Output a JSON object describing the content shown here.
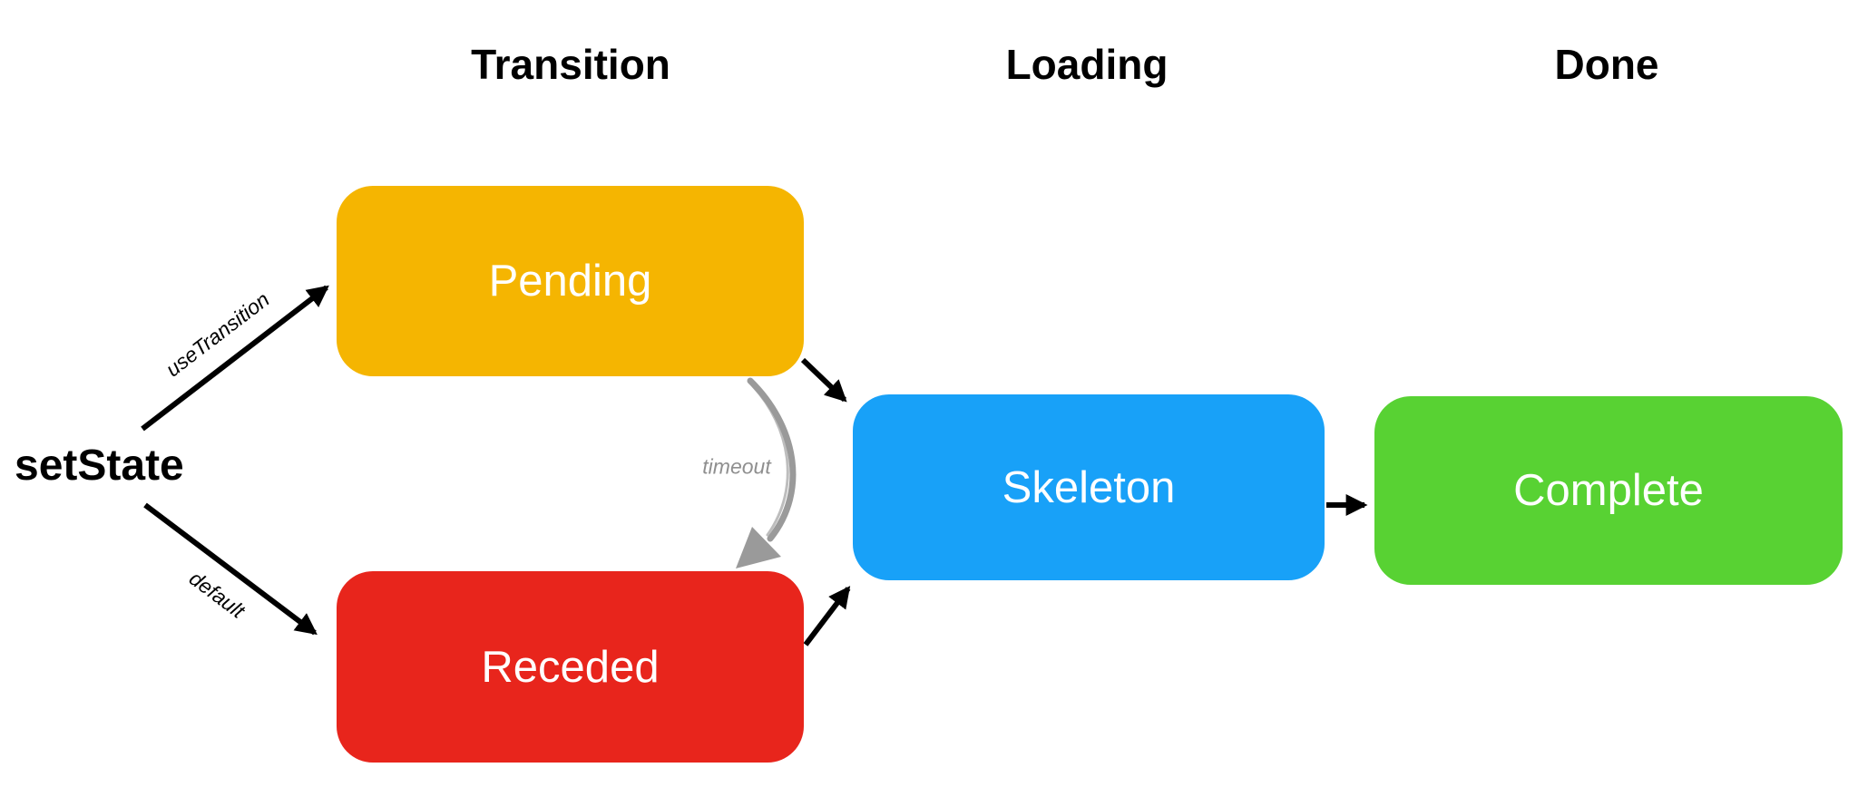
{
  "diagram": {
    "background": "#ffffff",
    "columns": [
      {
        "label": "Transition"
      },
      {
        "label": "Loading"
      },
      {
        "label": "Done"
      }
    ],
    "source": {
      "label": "setState"
    },
    "nodes": [
      {
        "id": "pending",
        "label": "Pending",
        "color": "#F5B501",
        "column": "Transition"
      },
      {
        "id": "receded",
        "label": "Receded",
        "color": "#E8251C",
        "column": "Transition"
      },
      {
        "id": "skeleton",
        "label": "Skeleton",
        "color": "#18A1F8",
        "column": "Loading"
      },
      {
        "id": "complete",
        "label": "Complete",
        "color": "#58D233",
        "column": "Done"
      }
    ],
    "edges": [
      {
        "from": "setState",
        "to": "Pending",
        "label": "useTransition",
        "style": "straight-black"
      },
      {
        "from": "setState",
        "to": "Receded",
        "label": "default",
        "style": "straight-black"
      },
      {
        "from": "Pending",
        "to": "Receded",
        "label": "timeout",
        "style": "curved-gray-sketch"
      },
      {
        "from": "Pending",
        "to": "Skeleton",
        "label": "",
        "style": "straight-black"
      },
      {
        "from": "Receded",
        "to": "Skeleton",
        "label": "",
        "style": "straight-black"
      },
      {
        "from": "Skeleton",
        "to": "Complete",
        "label": "",
        "style": "straight-black"
      }
    ],
    "colors": {
      "arrow_black": "#000000",
      "arrow_gray": "#9a9a9a",
      "node_text": "#ffffff",
      "header_text": "#000000",
      "timeout_text": "#8f8f8f"
    }
  }
}
